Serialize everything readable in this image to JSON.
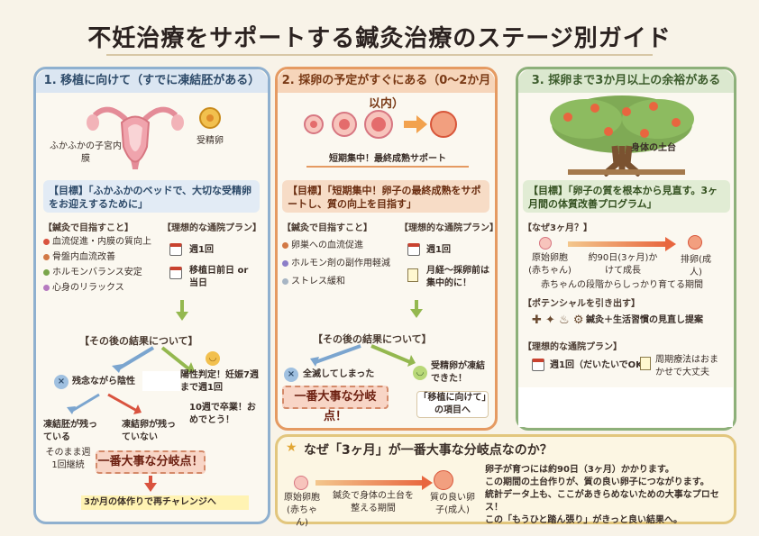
{
  "title": "不妊治療をサポートする鍼灸治療のステージ別ガイド",
  "p1": {
    "header": "1. 移植に向けて（すでに凍結胚がある）",
    "label_lining": "ふかふかの子宮内膜",
    "label_egg": "受精卵",
    "goal": "【目標】「ふかふかのベッドで、大切な受精卵をお迎えするために」",
    "aim_title": "【鍼灸で目指すこと】",
    "aims": [
      "血流促進・内膜の質向上",
      "骨盤内血流改善",
      "ホルモンバランス安定",
      "心身のリラックス"
    ],
    "plan_title": "【理想的な通院プラン】",
    "plan": [
      "週1回",
      "移植日前日 or当日"
    ],
    "result_title": "【その後の結果について】",
    "negative": "残念ながら陰性",
    "positive": "陽性判定！妊娠7週まで週1回",
    "graduate": "10週で卒業！おめでとう！",
    "remain": "凍結胚が残っている",
    "remain_sub": "そのまま週1回継続",
    "none": "凍結卵が残っていない",
    "key": "一番大事な分岐点！",
    "retry": "3か月の体作りで再チャレンジへ"
  },
  "p2": {
    "header": "2. 採卵の予定がすぐにある（0〜2か月以内）",
    "caption": "短期集中！最終成熟サポート",
    "goal": "【目標】「短期集中！卵子の最終成熟をサポートし、質の向上を目指す」",
    "aim_title": "【鍼灸で目指すこと】",
    "aims": [
      "卵巣への血流促進",
      "ホルモン剤の副作用軽減",
      "ストレス緩和"
    ],
    "plan_title": "【理想的な通院プラン】",
    "plan": [
      "週1回",
      "月経〜採卵前は集中的に！"
    ],
    "result_title": "【その後の結果について】",
    "fail": "全滅してしまった",
    "success": "受精卵が凍結できた！",
    "next": "「移植に向けて」の項目へ",
    "key": "一番大事な分岐点！"
  },
  "p3": {
    "header": "3. 採卵まで3か月以上の余裕がある",
    "tree_label": "身体の土台",
    "goal": "【目標】「卵子の質を根本から見直す。3ヶ月間の体質改善プログラム」",
    "why_title": "【なぜ3ヶ月？】",
    "origin": "原始卵胞(赤ちゃん)",
    "span": "約90日(3ヶ月)かけて成長",
    "ovulate": "排卵(成人)",
    "why_note": "赤ちゃんの段階からしっかり育てる期間",
    "pot_title": "【ポテンシャルを引き出す】",
    "pot": "鍼灸＋生活習慣の見直し提案",
    "plan_title": "【理想的な通院プラン】",
    "plan1": "週1回（だいたいでOK）",
    "plan2": "周期療法はおまかせで大丈夫"
  },
  "p4": {
    "heading": "なぜ「3ヶ月」が一番大事な分岐点なのか？",
    "origin": "原始卵胞(赤ちゃん)",
    "period": "鍼灸で身体の土台を整える期間",
    "good": "質の良い卵子(成人)",
    "lines": [
      "卵子が育つには約90日（3ヶ月）かかります。",
      "この期間の土台作りが、質の良い卵子につながります。",
      "統計データ上も、ここがあきらめないための大事なプロセス！",
      "この「もうひと踏ん張り」がきっと良い結果へ。"
    ]
  },
  "colors": {
    "blue": "#8fb0cf",
    "orange": "#e59a62",
    "green": "#8db07a",
    "gold": "#e2c67d",
    "key": "#f8d5c6"
  }
}
